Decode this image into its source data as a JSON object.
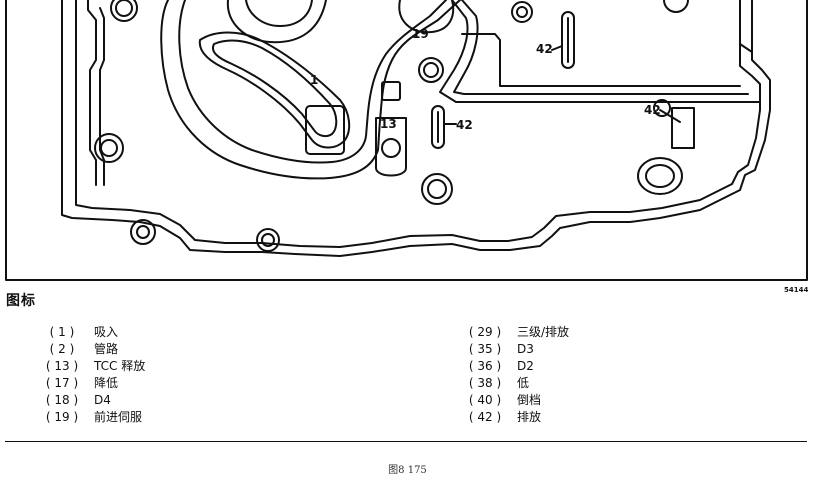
{
  "diagram": {
    "callouts": [
      "1",
      "19",
      "13",
      "42",
      "42",
      "42"
    ],
    "part_number": "54144"
  },
  "legend": {
    "title": "图标",
    "left": [
      {
        "code": "( 1 )",
        "label": "吸入"
      },
      {
        "code": "( 2 )",
        "label": "管路"
      },
      {
        "code": "( 13 )",
        "label": "TCC 释放"
      },
      {
        "code": "( 17 )",
        "label": "降低"
      },
      {
        "code": "( 18 )",
        "label": "D4"
      },
      {
        "code": "( 19 )",
        "label": "前进伺服"
      }
    ],
    "right": [
      {
        "code": "( 29 )",
        "label": "三级/排放"
      },
      {
        "code": "( 35 )",
        "label": "D3"
      },
      {
        "code": "( 36 )",
        "label": "D2"
      },
      {
        "code": "( 38 )",
        "label": "低"
      },
      {
        "code": "( 40 )",
        "label": "倒档"
      },
      {
        "code": "( 42 )",
        "label": "排放"
      }
    ]
  },
  "caption": "图8 175"
}
